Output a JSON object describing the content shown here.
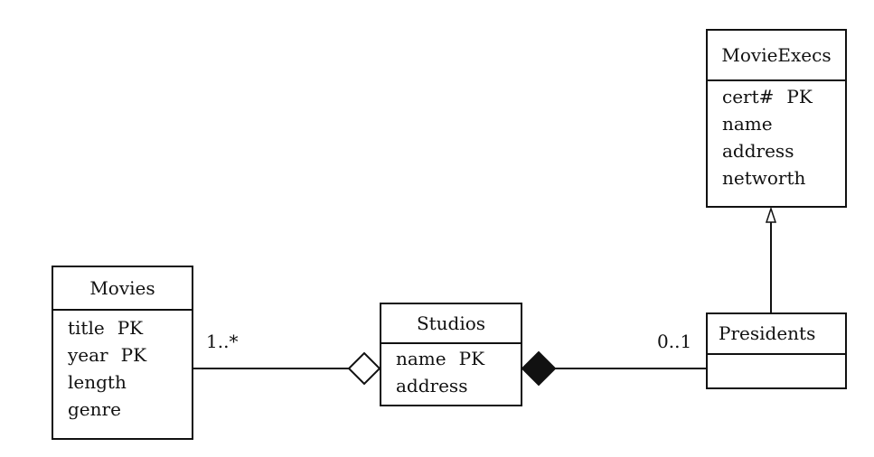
{
  "classes": {
    "movieexecs": {
      "name": "MovieExecs",
      "attributes": [
        "cert#",
        "name",
        "address",
        "networth"
      ],
      "keys": [
        "PK",
        "",
        "",
        ""
      ]
    },
    "movies": {
      "name": "Movies",
      "attributes": [
        "title",
        "year",
        "length",
        "genre"
      ],
      "keys": [
        "PK",
        "PK",
        "",
        ""
      ]
    },
    "studios": {
      "name": "Studios",
      "attributes": [
        "name",
        "address"
      ],
      "keys": [
        "PK",
        ""
      ]
    },
    "presidents": {
      "name": "Presidents",
      "attributes": []
    }
  },
  "associations": {
    "movies_studios": {
      "multiplicity": "1..*",
      "kind": "aggregation"
    },
    "presidents_studios": {
      "multiplicity": "0..1",
      "kind": "composition"
    },
    "presidents_movieexecs": {
      "kind": "generalization"
    }
  }
}
